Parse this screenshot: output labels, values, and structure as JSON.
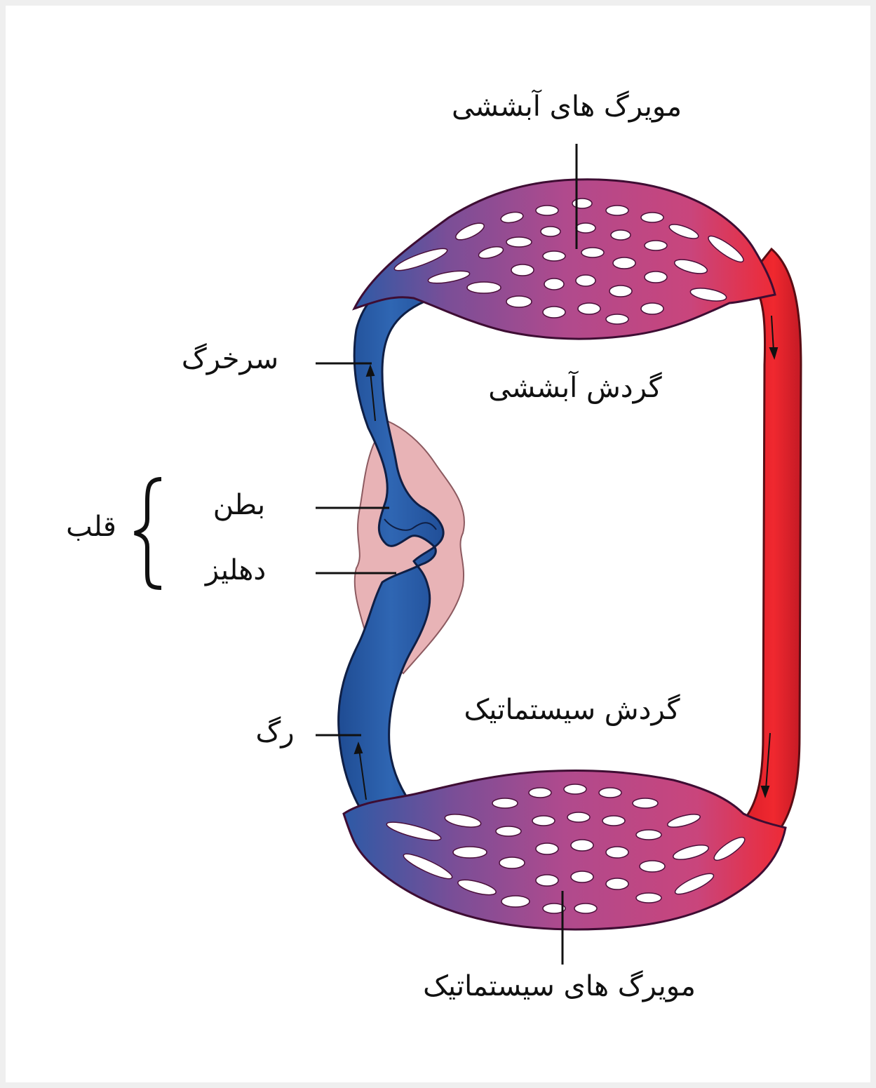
{
  "labels": {
    "gill_capillaries": "مویرگ های آبششی",
    "artery": "سرخرگ",
    "gill_circulation": "گردش آبششی",
    "heart": "قلب",
    "ventricle": "بطن",
    "atrium": "دهلیز",
    "systemic_circulation": "گردش سیستماتیک",
    "vein": "رگ",
    "systemic_capillaries": "مویرگ های سیستماتیک"
  },
  "colors": {
    "oxygenated": "#e8222b",
    "deoxygenated": "#2a5ea8",
    "capillary_bed": "#a84a8e",
    "heart_tissue": "#e9b3b6"
  }
}
